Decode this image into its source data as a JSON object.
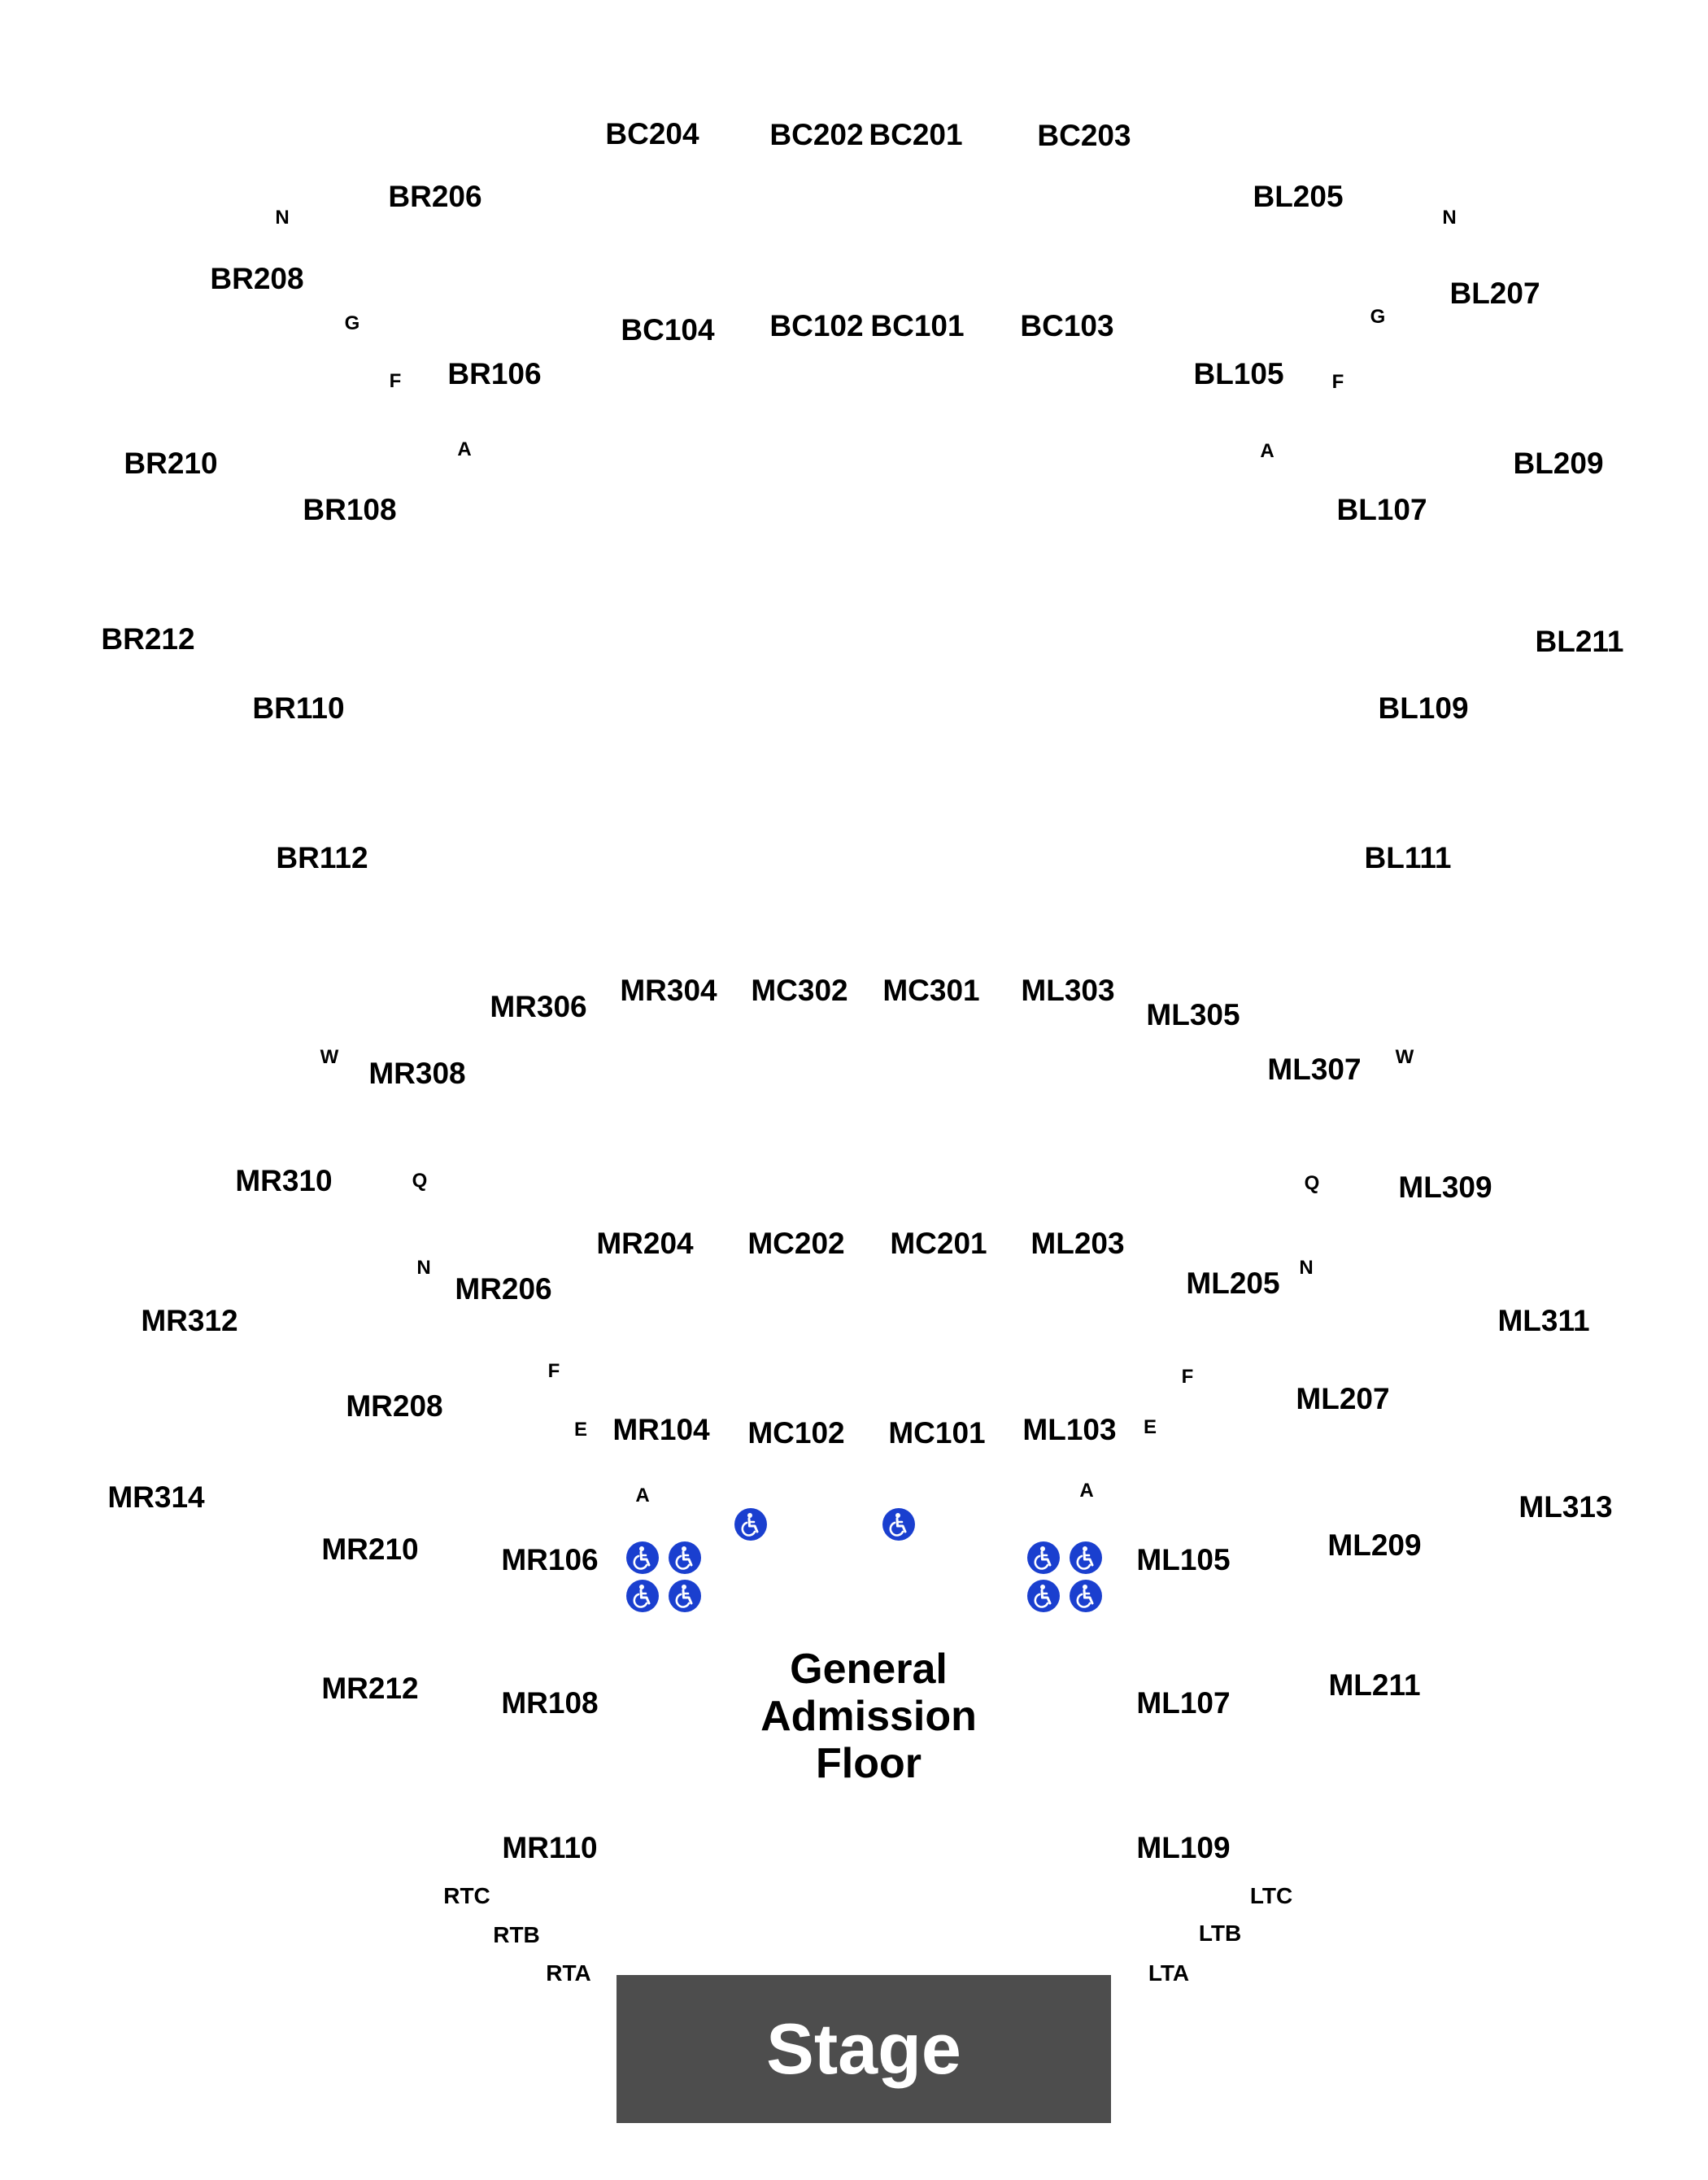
{
  "colors": {
    "text": "#000000",
    "stage": "#4d4d4d",
    "stage_text": "#ffffff",
    "accessible": "#1a3fcf"
  },
  "floor_label_lines": [
    "General",
    "Admission",
    "Floor"
  ],
  "stage_label": "Stage",
  "accessible_icon": "wheelchair-icon",
  "sections": {
    "BC204": "BC204",
    "BC202": "BC202",
    "BC201": "BC201",
    "BC203": "BC203",
    "BR206": "BR206",
    "BL205": "BL205",
    "BR208": "BR208",
    "BL207": "BL207",
    "BC104": "BC104",
    "BC102": "BC102",
    "BC101": "BC101",
    "BC103": "BC103",
    "BR106": "BR106",
    "BL105": "BL105",
    "BR210": "BR210",
    "BL209": "BL209",
    "BR108": "BR108",
    "BL107": "BL107",
    "BR212": "BR212",
    "BL211": "BL211",
    "BR110": "BR110",
    "BL109": "BL109",
    "BR112": "BR112",
    "BL111": "BL111",
    "MR306": "MR306",
    "MR304": "MR304",
    "MC302": "MC302",
    "MC301": "MC301",
    "ML303": "ML303",
    "ML305": "ML305",
    "MR308": "MR308",
    "ML307": "ML307",
    "MR310": "MR310",
    "ML309": "ML309",
    "MR204": "MR204",
    "MC202": "MC202",
    "MC201": "MC201",
    "ML203": "ML203",
    "MR206": "MR206",
    "ML205": "ML205",
    "MR312": "MR312",
    "ML311": "ML311",
    "MR208": "MR208",
    "ML207": "ML207",
    "MR104": "MR104",
    "MC102": "MC102",
    "MC101": "MC101",
    "ML103": "ML103",
    "MR314": "MR314",
    "ML313": "ML313",
    "MR210": "MR210",
    "MR106": "MR106",
    "ML105": "ML105",
    "ML209": "ML209",
    "MR212": "MR212",
    "MR108": "MR108",
    "ML107": "ML107",
    "ML211": "ML211",
    "MR110": "MR110",
    "ML109": "ML109"
  },
  "rows": {
    "n1": "N",
    "n2": "N",
    "g1": "G",
    "g2": "G",
    "f1": "F",
    "f2": "F",
    "a1": "A",
    "a2": "A",
    "w1": "W",
    "w2": "W",
    "q1": "Q",
    "q2": "Q",
    "n3": "N",
    "n4": "N",
    "f3": "F",
    "f4": "F",
    "e1": "E",
    "e2": "E",
    "a3": "A",
    "a4": "A"
  },
  "boxes": {
    "RTC": "RTC",
    "RTB": "RTB",
    "RTA": "RTA",
    "LTC": "LTC",
    "LTB": "LTB",
    "LTA": "LTA"
  }
}
